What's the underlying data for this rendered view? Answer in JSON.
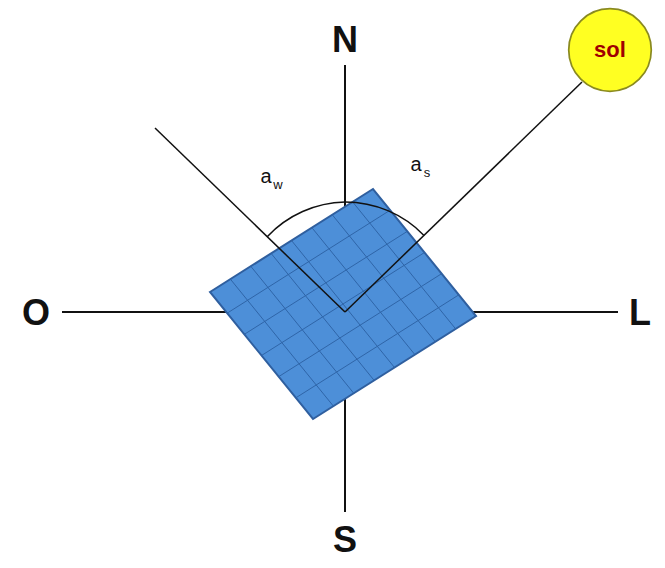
{
  "diagram": {
    "nodes": [
      {
        "text": [
          "sol"
        ]
      }
    ],
    "labels": [
      "N",
      "S",
      "O",
      "L",
      "a",
      "w",
      "a",
      "s"
    ]
  }
}
